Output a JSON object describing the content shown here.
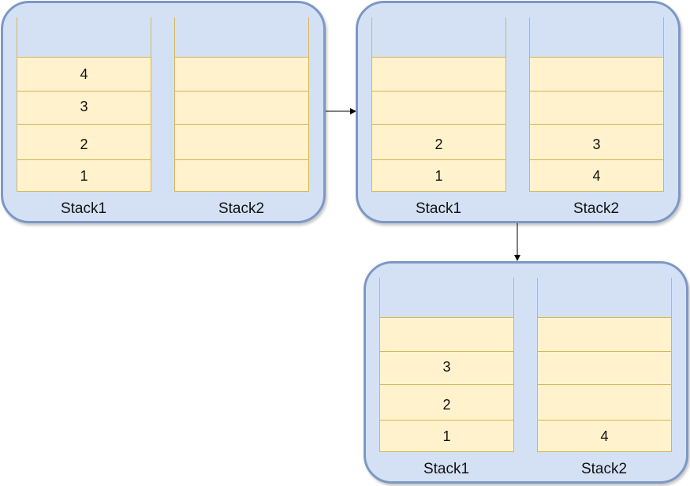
{
  "colors": {
    "panel_fill": "#d4e1f5",
    "panel_stroke": "#7c98c5",
    "cell_fill": "#fff2cc",
    "cell_stroke": "#d6b656",
    "arrow": "#000000"
  },
  "states": [
    {
      "stacks": [
        {
          "label": "Stack1",
          "cells": [
            "4",
            "3",
            "2",
            "1"
          ]
        },
        {
          "label": "Stack2",
          "cells": [
            "",
            "",
            "",
            ""
          ]
        }
      ]
    },
    {
      "stacks": [
        {
          "label": "Stack1",
          "cells": [
            "",
            "",
            "2",
            "1"
          ]
        },
        {
          "label": "Stack2",
          "cells": [
            "",
            "",
            "3",
            "4"
          ]
        }
      ]
    },
    {
      "stacks": [
        {
          "label": "Stack1",
          "cells": [
            "",
            "3",
            "2",
            "1"
          ]
        },
        {
          "label": "Stack2",
          "cells": [
            "",
            "",
            "",
            "4"
          ]
        }
      ]
    }
  ]
}
